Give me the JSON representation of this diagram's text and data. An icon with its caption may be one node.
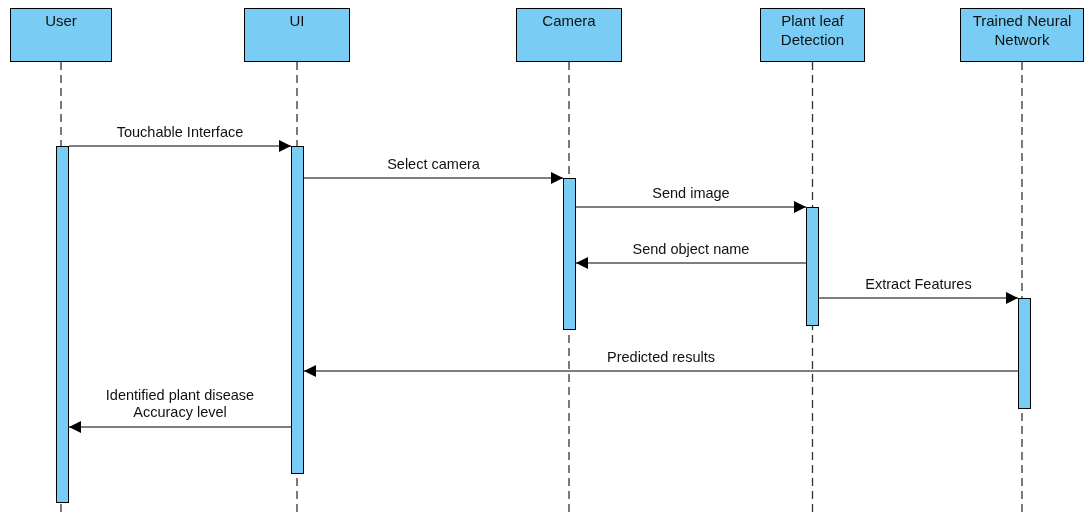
{
  "diagram": {
    "nodes": [
      {
        "text": [
          "User"
        ]
      },
      {
        "text": [
          "UI"
        ]
      },
      {
        "text": [
          "Camera"
        ]
      },
      {
        "text": [
          "Plant leaf Detection"
        ]
      },
      {
        "text": [
          "Trained Neural Network"
        ]
      },
      {
        "text": [],
        "shape": "bar"
      },
      {
        "text": [],
        "shape": "bar"
      },
      {
        "text": [],
        "shape": "bar"
      },
      {
        "text": [],
        "shape": "bar"
      },
      {
        "text": [],
        "shape": "bar"
      }
    ],
    "edges": [
      {
        "from": 5,
        "to": 6,
        "arrow": "to",
        "label": "Touchable Interface"
      },
      {
        "from": 6,
        "to": 7,
        "arrow": "to",
        "label": "Select camera"
      },
      {
        "from": 7,
        "to": 8,
        "arrow": "to",
        "label": "Send image"
      },
      {
        "from": 8,
        "to": 7,
        "arrow": "to",
        "label": "Send object name"
      },
      {
        "from": 8,
        "to": 9,
        "arrow": "to",
        "label": "Extract Features"
      },
      {
        "from": 9,
        "to": 6,
        "arrow": "to",
        "label": "Predicted results"
      },
      {
        "from": 6,
        "to": 5,
        "arrow": "to",
        "label": "Identified plant disease Accuracy level"
      }
    ]
  }
}
